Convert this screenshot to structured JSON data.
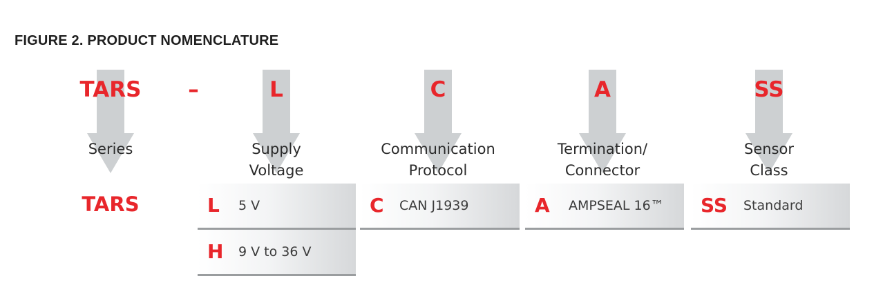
{
  "figure_title": "FIGURE 2. PRODUCT NOMENCLATURE",
  "colors": {
    "accent_red": "#e8262b",
    "arrow_gray": "#cdd0d2",
    "text_dark": "#2a2a2a"
  },
  "part_number": {
    "series": "TARS",
    "separator": "–",
    "supply": "L",
    "protocol": "C",
    "termination": "A",
    "sensor": "SS"
  },
  "fields": {
    "series": {
      "label": "Series"
    },
    "supply": {
      "label_line1": "Supply",
      "label_line2": "Voltage"
    },
    "protocol": {
      "label_line1": "Communication",
      "label_line2": "Protocol"
    },
    "termination": {
      "label_line1": "Termination/",
      "label_line2": "Connector"
    },
    "sensor": {
      "label_line1": "Sensor",
      "label_line2": "Class"
    }
  },
  "options": {
    "series": "TARS",
    "supply": [
      {
        "code": "L",
        "text": "5 V"
      },
      {
        "code": "H",
        "text": "9 V to 36 V"
      }
    ],
    "protocol": [
      {
        "code": "C",
        "text": "CAN J1939"
      }
    ],
    "termination": [
      {
        "code": "A",
        "text": "AMPSEAL 16™"
      }
    ],
    "sensor": [
      {
        "code": "SS",
        "text": "Standard"
      }
    ]
  }
}
